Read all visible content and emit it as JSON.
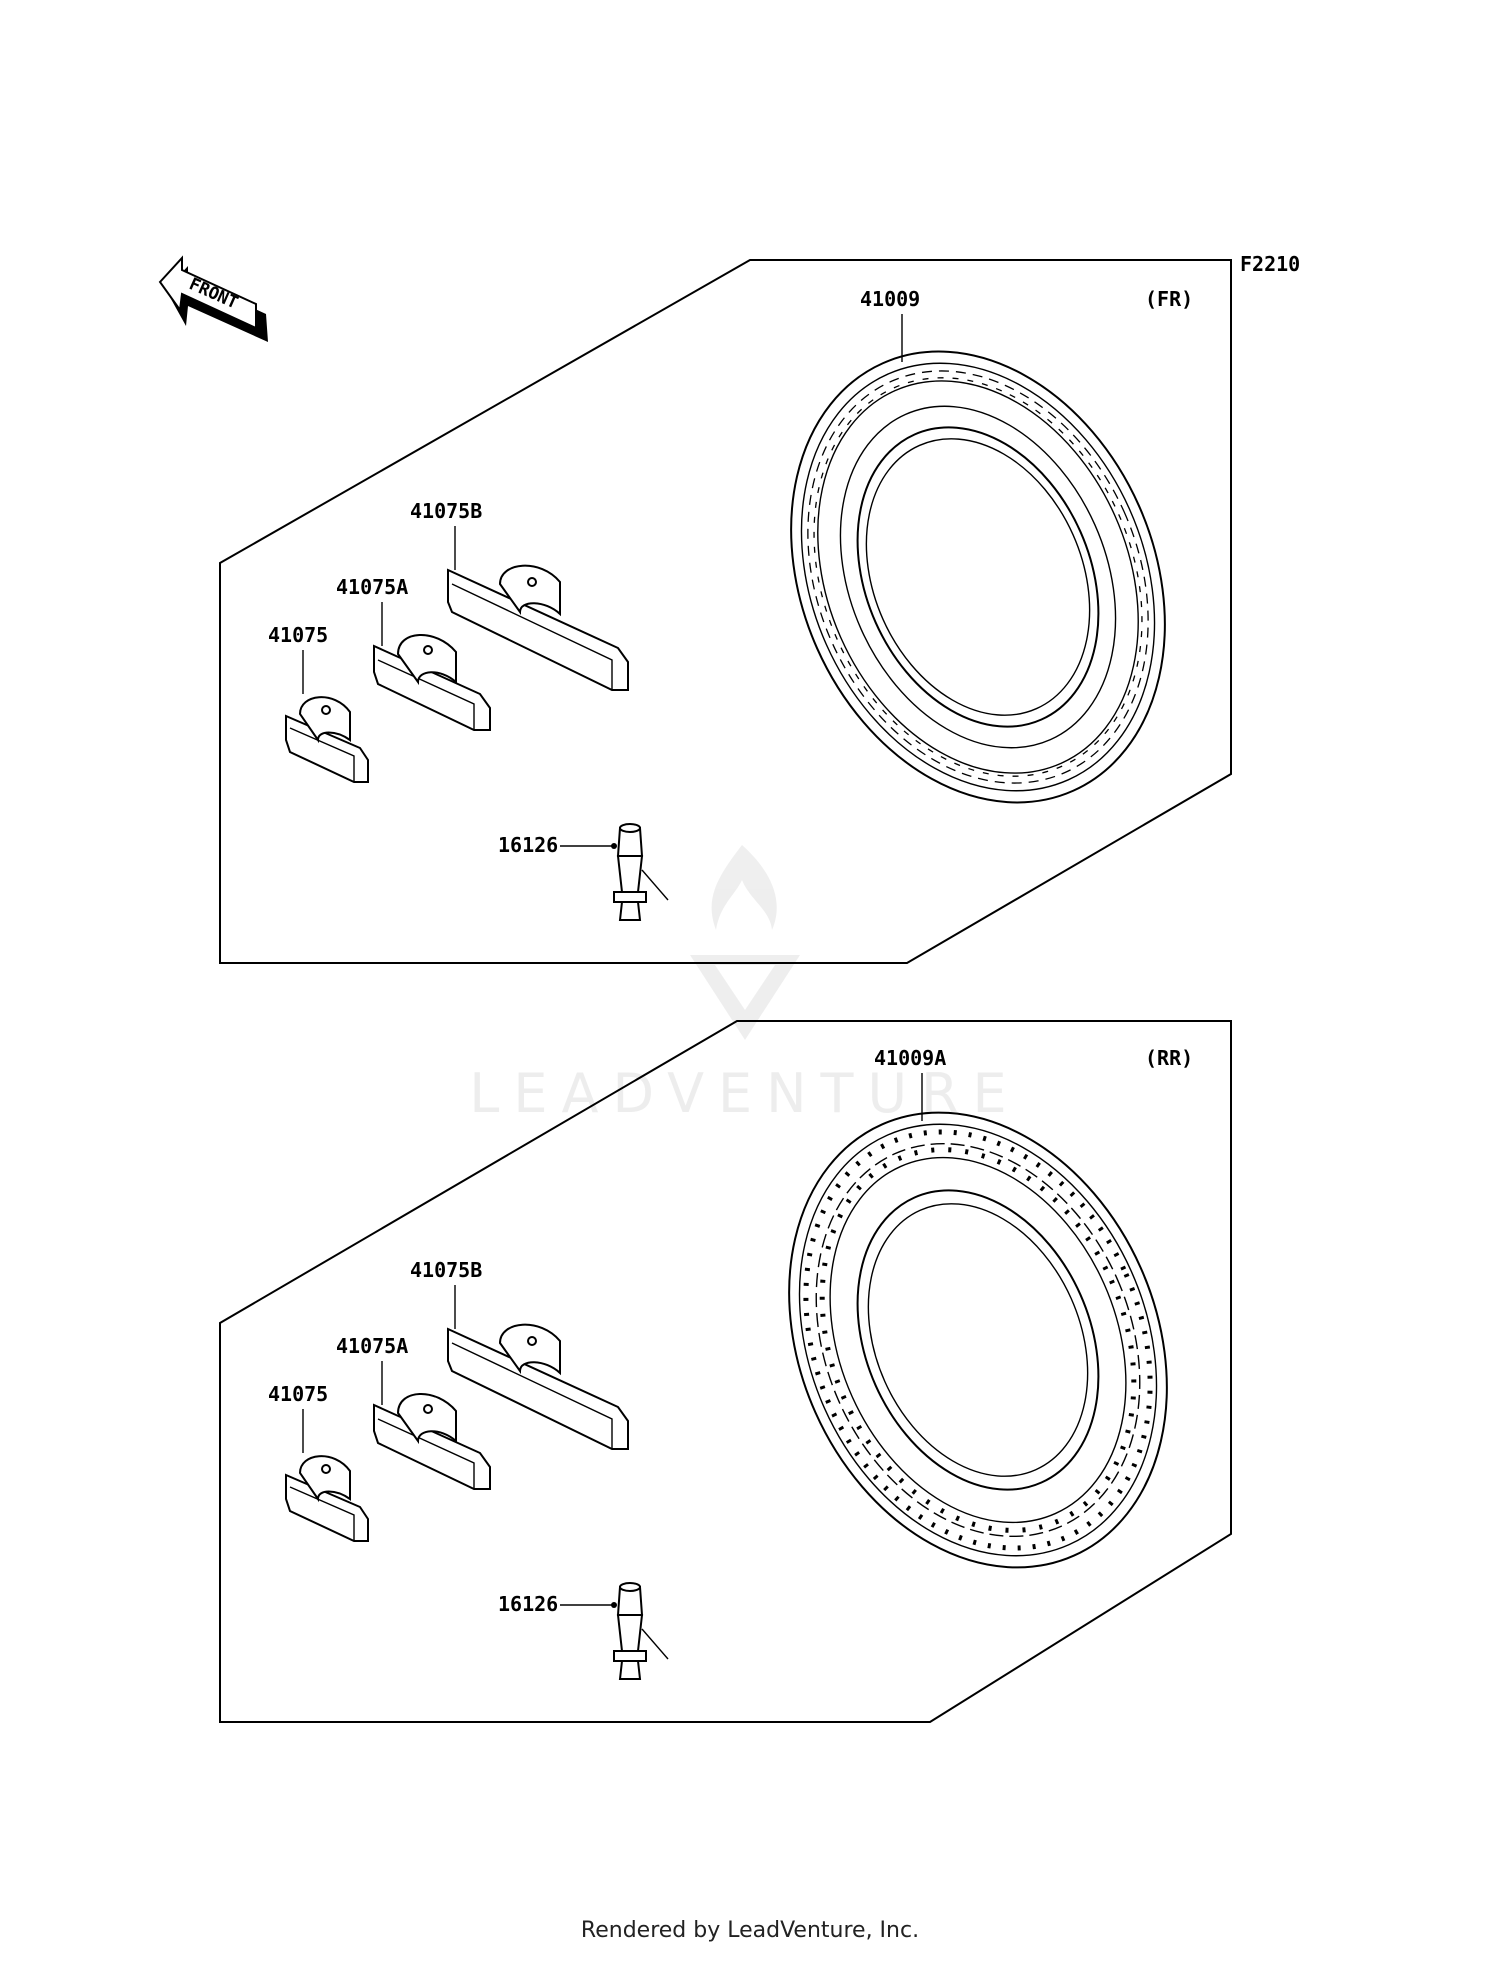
{
  "figure_code": "F2210",
  "front_arrow": {
    "text": "FRONT"
  },
  "watermark": {
    "text": "LEADVENTURE"
  },
  "footer": {
    "text": "Rendered by LeadVenture, Inc."
  },
  "panels": [
    {
      "position_label": "(FR)",
      "tire_part": "41009",
      "weight_parts": [
        "41075B",
        "41075A",
        "41075"
      ],
      "valve_part": "16126"
    },
    {
      "position_label": "(RR)",
      "tire_part": "41009A",
      "weight_parts": [
        "41075B",
        "41075A",
        "41075"
      ],
      "valve_part": "16126"
    }
  ]
}
